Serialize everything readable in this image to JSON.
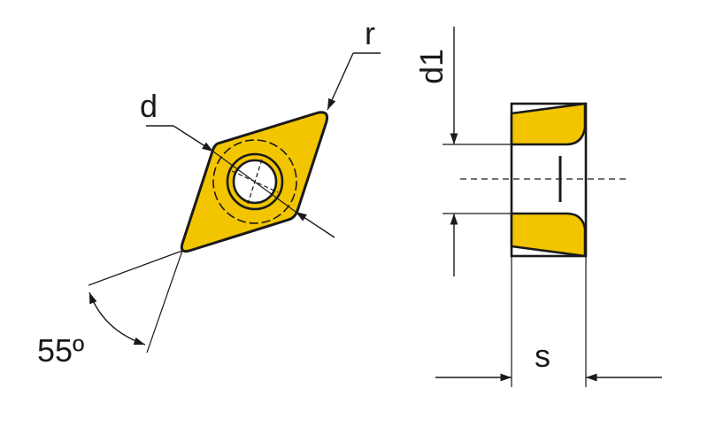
{
  "colors": {
    "insert_fill": "#F2C500",
    "line": "#1a1a1a",
    "background": "#ffffff"
  },
  "labels": {
    "d": "d",
    "r": "r",
    "d1": "d1",
    "s": "s",
    "angle": "55º"
  }
}
